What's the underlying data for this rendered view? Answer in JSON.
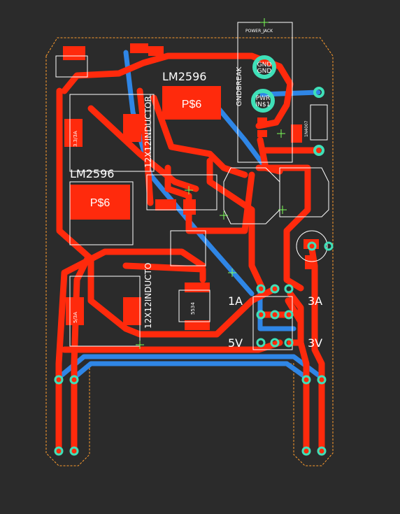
{
  "colors": {
    "background": "#2b2b2b",
    "top_copper": "#ff2a0c",
    "bottom_copper": "#2f86e6",
    "silkscreen": "#ffffff",
    "via": "#3fe0b8",
    "outline": "#ff9d2e",
    "crosshair": "#7dff5a"
  },
  "labels": {
    "power_jack": "POWER_JACK",
    "lm2596_top": "LM2596",
    "lm2596_bottom": "LM2596",
    "pad_top": "P$6",
    "pad_bottom": "P$6",
    "inductor_top": "12X12INDUCTOR",
    "inductor_bottom": "12X12INDUCTO",
    "res_top": "3.3/3A",
    "res_bottom": "5/3A",
    "sw_label": "5534",
    "gnd_top": "GND",
    "gnd_bottom": "GND",
    "pwr_top": "PWR",
    "pwr_bottom": "IN$1",
    "side_breakout": "GNDBREAK",
    "diode": "1N4007",
    "out_1a": "1A",
    "out_3a": "3A",
    "out_5v": "5V",
    "out_3v": "3V"
  }
}
